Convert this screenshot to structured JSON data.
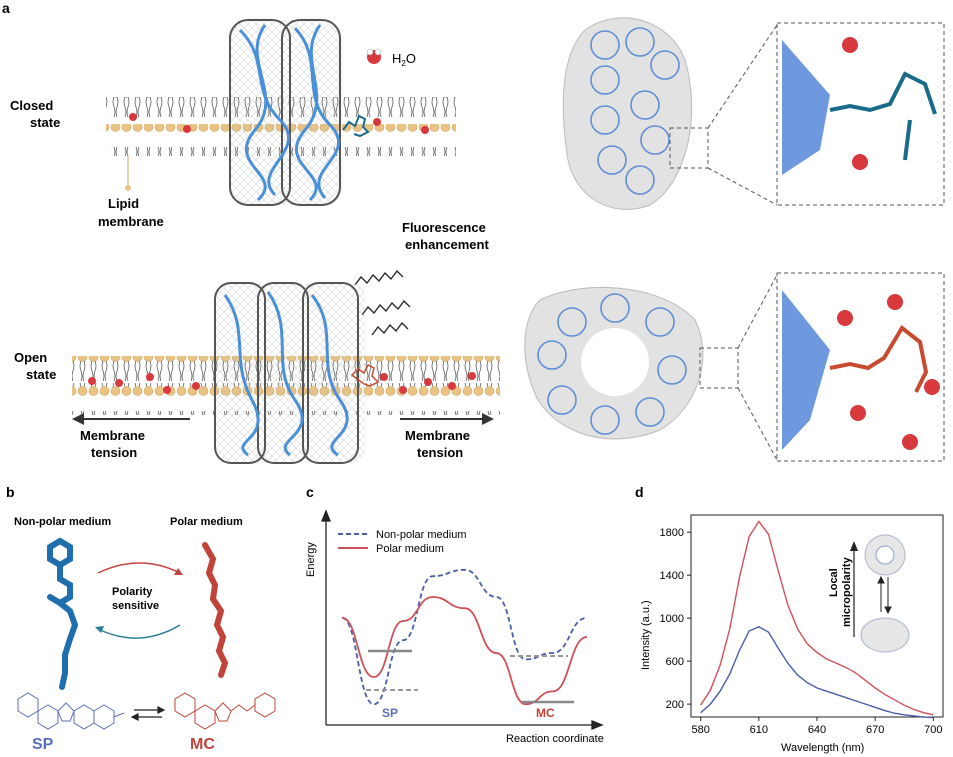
{
  "panel_a": {
    "label": "a",
    "water_label": "H",
    "water_sub": "2",
    "water_o": "O",
    "closed_l1": "Closed",
    "closed_l2": "state",
    "lipid_l1": "Lipid",
    "lipid_l2": "membrane",
    "fluor_l1": "Fluorescence",
    "fluor_l2": "enhancement",
    "open_l1": "Open",
    "open_l2": "state",
    "tension_l1": "Membrane",
    "tension_l2": "tension",
    "colors": {
      "lipid_head": "#e9c383",
      "helix": "#4a90d9",
      "closed_dye": "#1a6a8a",
      "open_dye": "#c84b31",
      "water": "#d8393d"
    }
  },
  "panel_b": {
    "label": "b",
    "nonpolar": "Non-polar medium",
    "polar": "Polar medium",
    "sensitive_l1": "Polarity",
    "sensitive_l2": "sensitive",
    "sp": "SP",
    "mc": "MC",
    "colors": {
      "sp": "#5b6fb8",
      "mc": "#c0443a",
      "arrow_top": "#c0443a",
      "arrow_bottom": "#2b7d9a"
    }
  },
  "panel_c": {
    "label": "c",
    "ylabel": "Energy",
    "xlabel": "Reaction coordinate",
    "legend": [
      "Non-polar medium",
      "Polar medium"
    ],
    "sp": "SP",
    "mc": "MC"
  },
  "panel_d": {
    "label": "d",
    "inset_l1": "Local",
    "inset_l2": "micropolarity"
  },
  "chart_data": [
    {
      "type": "line",
      "panel": "c",
      "title": "",
      "xlabel": "Reaction coordinate",
      "ylabel": "Energy",
      "legend_position": "top-left",
      "series": [
        {
          "name": "Non-polar medium",
          "style": "dashed",
          "color": "#4a5fa8",
          "x": [
            0,
            0.13,
            0.25,
            0.37,
            0.5,
            0.63,
            0.75,
            0.86,
            1.0
          ],
          "y": [
            0.62,
            0.08,
            0.48,
            0.88,
            0.92,
            0.75,
            0.36,
            0.4,
            0.62
          ]
        },
        {
          "name": "Polar medium",
          "style": "solid",
          "color": "#d0505a",
          "x": [
            0,
            0.13,
            0.25,
            0.37,
            0.5,
            0.63,
            0.75,
            0.86,
            1.0
          ],
          "y": [
            0.62,
            0.25,
            0.6,
            0.75,
            0.68,
            0.4,
            0.08,
            0.16,
            0.5
          ]
        }
      ],
      "annotations": [
        "SP",
        "MC"
      ]
    },
    {
      "type": "line",
      "panel": "d",
      "title": "",
      "xlabel": "Wavelength (nm)",
      "ylabel": "Intensity (a.u.)",
      "xlim": [
        575,
        705
      ],
      "ylim": [
        80,
        1960
      ],
      "xticks": [
        580,
        610,
        640,
        670,
        700
      ],
      "yticks": [
        200,
        600,
        1000,
        1400,
        1800
      ],
      "series": [
        {
          "name": "",
          "color": "#d0505a",
          "x": [
            580,
            585,
            590,
            595,
            600,
            605,
            610,
            615,
            620,
            625,
            630,
            635,
            640,
            645,
            650,
            655,
            660,
            665,
            670,
            675,
            680,
            685,
            690,
            695,
            700
          ],
          "y": [
            190,
            330,
            560,
            900,
            1380,
            1760,
            1900,
            1780,
            1440,
            1120,
            900,
            760,
            680,
            620,
            580,
            540,
            490,
            420,
            350,
            290,
            240,
            190,
            150,
            120,
            100
          ]
        },
        {
          "name": "",
          "color": "#4a5fa8",
          "x": [
            580,
            585,
            590,
            595,
            600,
            605,
            610,
            615,
            620,
            625,
            630,
            635,
            640,
            645,
            650,
            655,
            660,
            665,
            670,
            675,
            680,
            685,
            690,
            695,
            700
          ],
          "y": [
            120,
            200,
            320,
            480,
            700,
            880,
            920,
            870,
            720,
            580,
            470,
            400,
            350,
            320,
            290,
            260,
            230,
            200,
            170,
            140,
            115,
            100,
            90,
            80,
            75
          ]
        }
      ]
    }
  ]
}
